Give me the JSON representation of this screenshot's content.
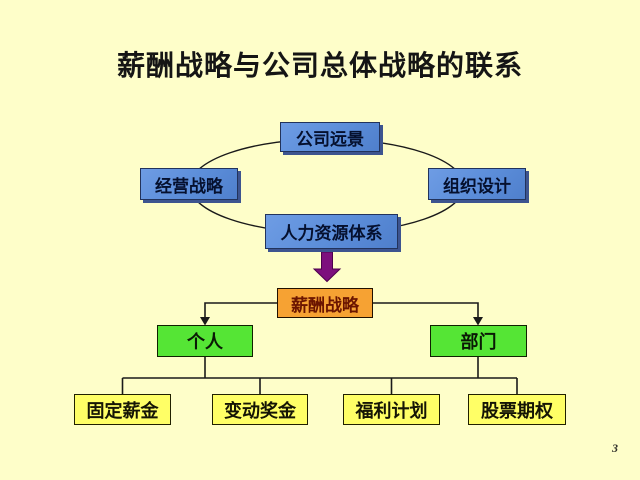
{
  "slide": {
    "title": "薪酬战略与公司总体战略的联系",
    "page_number": "3"
  },
  "diagram": {
    "cycle_nodes": [
      {
        "id": "company-vision",
        "label": "公司远景"
      },
      {
        "id": "business-strategy",
        "label": "经营战略"
      },
      {
        "id": "org-design",
        "label": "组织设计"
      },
      {
        "id": "hr-system",
        "label": "人力资源体系"
      }
    ],
    "strategy_node": {
      "label": "薪酬战略"
    },
    "level2_nodes": [
      {
        "id": "individual",
        "label": "个人"
      },
      {
        "id": "department",
        "label": "部门"
      }
    ],
    "level3_nodes": [
      {
        "id": "fixed-salary",
        "label": "固定薪金"
      },
      {
        "id": "variable-bonus",
        "label": "变动奖金"
      },
      {
        "id": "benefit-plan",
        "label": "福利计划"
      },
      {
        "id": "stock-options",
        "label": "股票期权"
      }
    ]
  },
  "colors": {
    "background": "#FEFEC9",
    "blue_box": "#5B8DD9",
    "orange_box": "#F6A233",
    "orange_text": "#6B1500",
    "green_box": "#55E535",
    "yellow_box": "#FFFF66",
    "purple_arrow": "#7D0F7D",
    "connector_line": "#1A1A1A"
  }
}
